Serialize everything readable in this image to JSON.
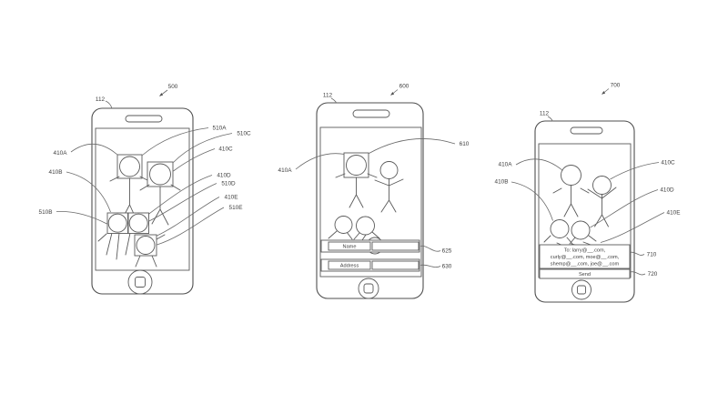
{
  "figure": {
    "background": "#ffffff",
    "line_color": "#5a5a5a",
    "text_color": "#3d3d3d"
  },
  "fig500": {
    "figure_number": "500",
    "device_label": "112",
    "callouts": {
      "410A": "410A",
      "410B": "410B",
      "510B": "510B",
      "510A": "510A",
      "510C": "510C",
      "410C": "410C",
      "410D": "410D",
      "510D": "510D",
      "410E": "410E",
      "510E": "510E"
    }
  },
  "fig600": {
    "figure_number": "600",
    "device_label": "112",
    "callouts": {
      "410A": "410A",
      "610": "610",
      "625": "625",
      "630": "630"
    },
    "form": {
      "name_label": "Name",
      "address_label": "Address"
    }
  },
  "fig700": {
    "figure_number": "700",
    "device_label": "112",
    "callouts": {
      "410A": "410A",
      "410B": "410B",
      "410C": "410C",
      "410D": "410D",
      "410E": "410E",
      "710": "710",
      "720": "720"
    },
    "message": {
      "to_line1": "To: larry@__.com,",
      "to_line2": "curly@__.com, moe@__.com,",
      "to_line3": "shemp@__.com, joe@__.com",
      "send_label": "Send"
    }
  }
}
